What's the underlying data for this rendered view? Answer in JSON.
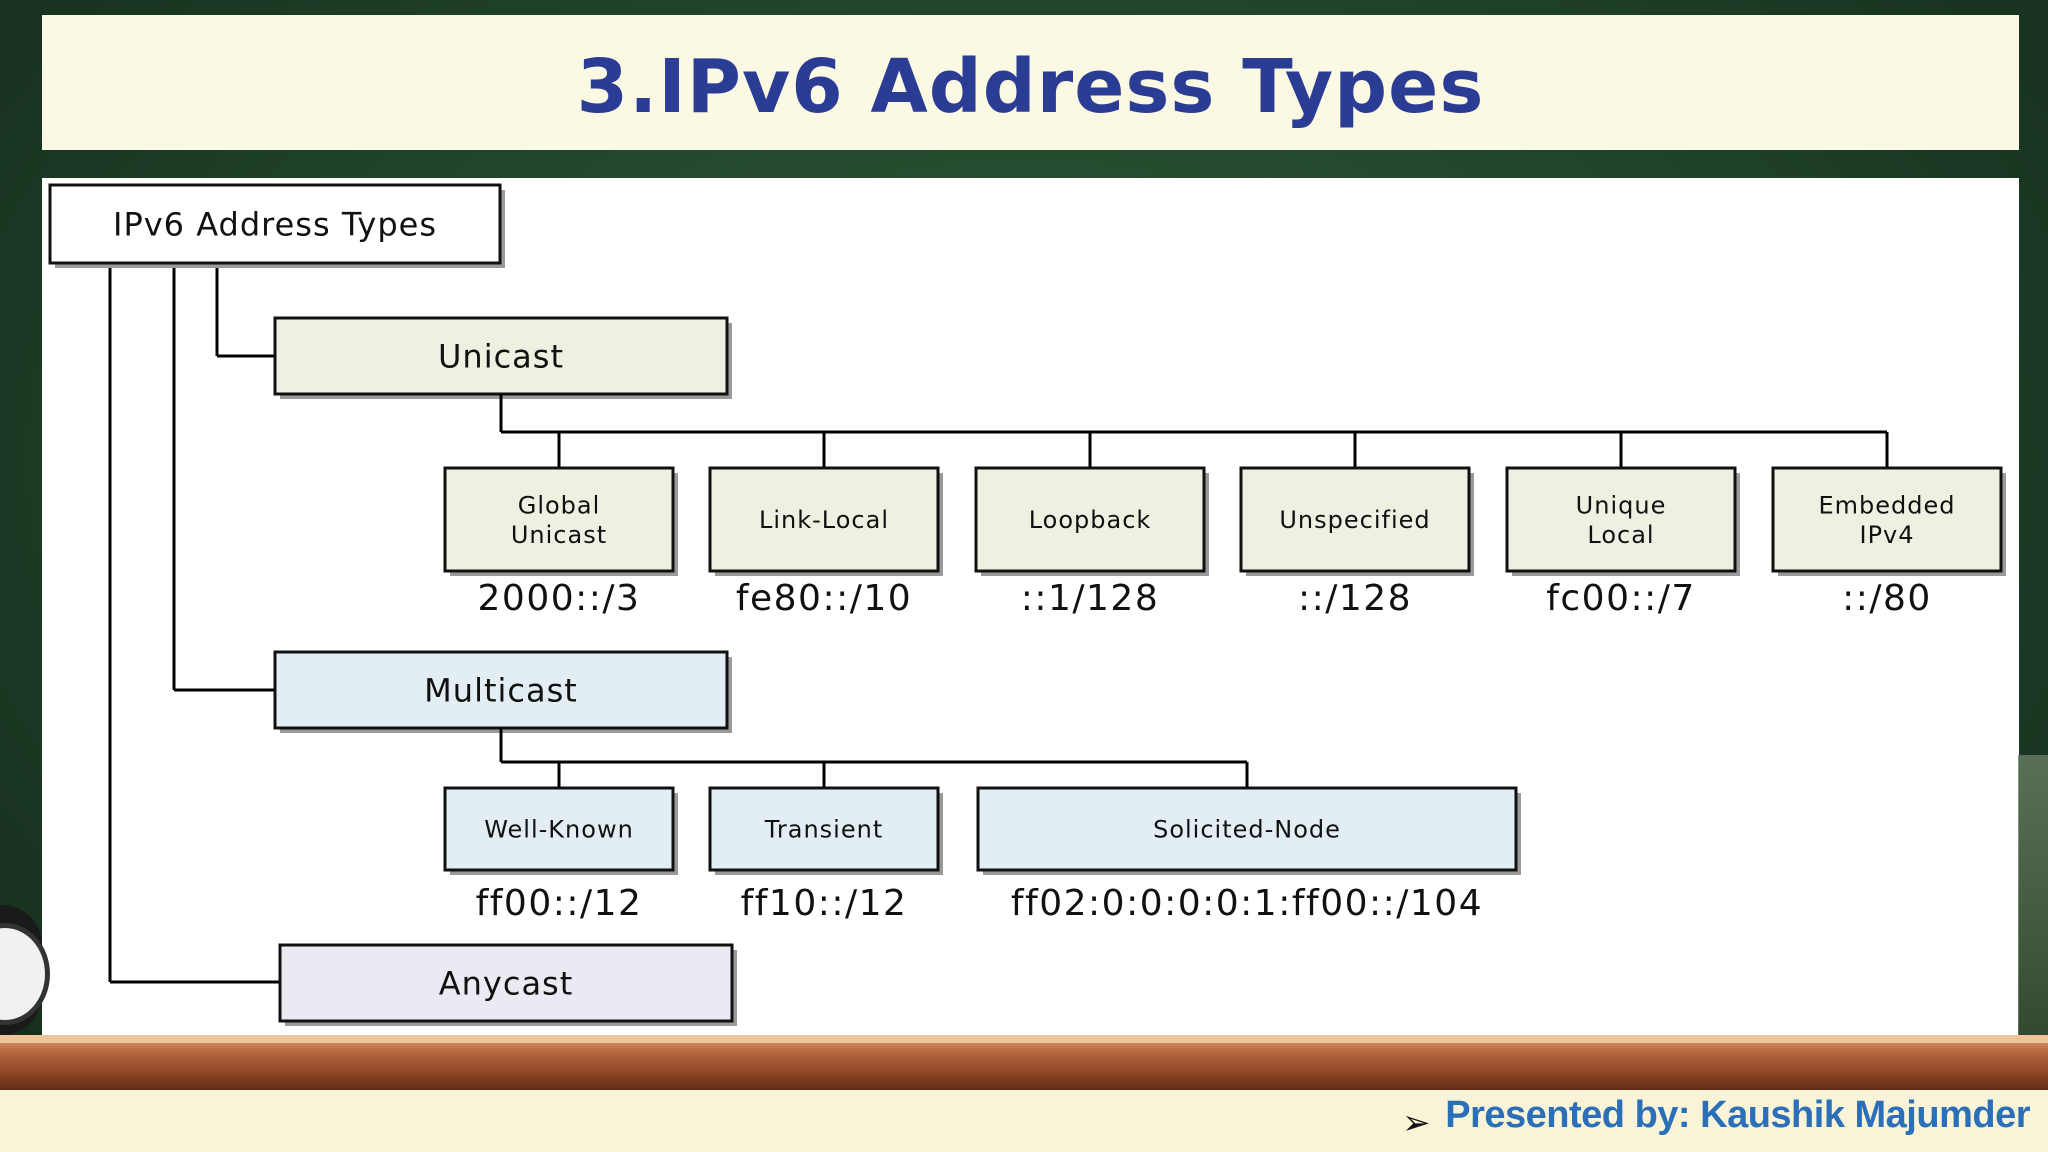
{
  "title": "3.IPv6 Address Types",
  "colors": {
    "title_text": "#2a3c93",
    "unicast_fill": "#eef0e1",
    "multicast_fill": "#e2eef3",
    "anycast_fill": "#ede9f2",
    "presenter_text": "#2a6fb8"
  },
  "diagram": {
    "root": "IPv6 Address Types",
    "unicast": {
      "label": "Unicast",
      "children": [
        {
          "lines": [
            "Global",
            "Unicast"
          ],
          "prefix": "2000::/3"
        },
        {
          "lines": [
            "Link-Local"
          ],
          "prefix": "fe80::/10"
        },
        {
          "lines": [
            "Loopback"
          ],
          "prefix": "::1/128"
        },
        {
          "lines": [
            "Unspecified"
          ],
          "prefix": "::/128"
        },
        {
          "lines": [
            "Unique",
            "Local"
          ],
          "prefix": "fc00::/7"
        },
        {
          "lines": [
            "Embedded",
            "IPv4"
          ],
          "prefix": "::/80"
        }
      ]
    },
    "multicast": {
      "label": "Multicast",
      "children": [
        {
          "lines": [
            "Well-Known"
          ],
          "prefix": "ff00::/12"
        },
        {
          "lines": [
            "Transient"
          ],
          "prefix": "ff10::/12"
        },
        {
          "lines": [
            "Solicited-Node"
          ],
          "prefix": "ff02:0:0:0:0:1:ff00::/104"
        }
      ]
    },
    "anycast": {
      "label": "Anycast"
    }
  },
  "footer": {
    "arrow_icon": "arrow-bullet-icon",
    "presenter": "Presented by: Kaushik Majumder"
  }
}
